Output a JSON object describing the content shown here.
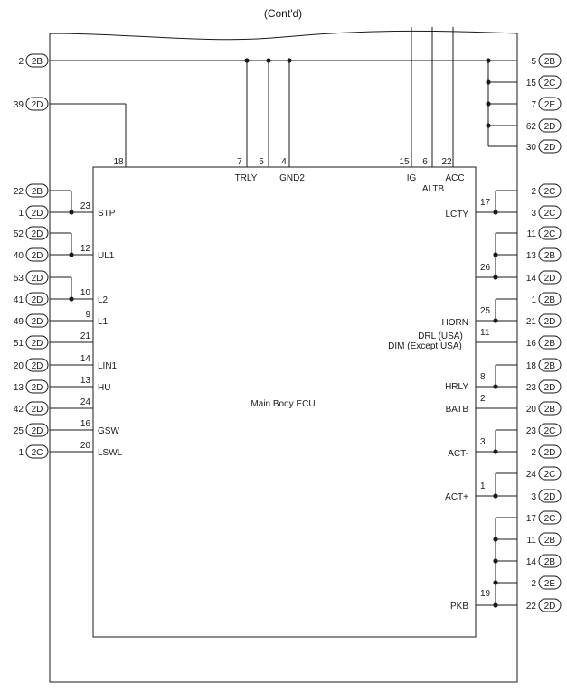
{
  "title": "(Cont'd)",
  "ecu_label": "Main Body ECU",
  "top_pins": [
    {
      "pin": "18",
      "label": ""
    },
    {
      "pin": "7",
      "label": "TRLY"
    },
    {
      "pin": "5",
      "label": ""
    },
    {
      "pin": "4",
      "label": "GND2"
    },
    {
      "pin": "15",
      "label": "IG"
    },
    {
      "pin": "6",
      "label": "ALTB"
    },
    {
      "pin": "22",
      "label": "ACC"
    }
  ],
  "left_pins": [
    {
      "pin": "23",
      "label": "STP"
    },
    {
      "pin": "12",
      "label": "UL1"
    },
    {
      "pin": "10",
      "label": "L2"
    },
    {
      "pin": "9",
      "label": "L1"
    },
    {
      "pin": "21",
      "label": ""
    },
    {
      "pin": "14",
      "label": "LIN1"
    },
    {
      "pin": "13",
      "label": "HU"
    },
    {
      "pin": "24",
      "label": ""
    },
    {
      "pin": "16",
      "label": "GSW"
    },
    {
      "pin": "20",
      "label": "LSWL"
    }
  ],
  "right_pins": [
    {
      "pin": "17",
      "label": "LCTY"
    },
    {
      "pin": "26",
      "label": ""
    },
    {
      "pin": "25",
      "label": "HORN"
    },
    {
      "pin": "11",
      "label": "DRL (USA)",
      "label2": "DIM (Except USA)"
    },
    {
      "pin": "8",
      "label": "HRLY"
    },
    {
      "pin": "2",
      "label": "BATB"
    },
    {
      "pin": "3",
      "label": "ACT-"
    },
    {
      "pin": "1",
      "label": "ACT+"
    },
    {
      "pin": "19",
      "label": "PKB"
    }
  ],
  "left_connectors": [
    {
      "num": "2",
      "code": "2B"
    },
    {
      "num": "39",
      "code": "2D"
    },
    {
      "num": "22",
      "code": "2B"
    },
    {
      "num": "1",
      "code": "2D"
    },
    {
      "num": "52",
      "code": "2D"
    },
    {
      "num": "40",
      "code": "2D"
    },
    {
      "num": "53",
      "code": "2D"
    },
    {
      "num": "41",
      "code": "2D"
    },
    {
      "num": "49",
      "code": "2D"
    },
    {
      "num": "51",
      "code": "2D"
    },
    {
      "num": "20",
      "code": "2D"
    },
    {
      "num": "13",
      "code": "2D"
    },
    {
      "num": "42",
      "code": "2D"
    },
    {
      "num": "25",
      "code": "2D"
    },
    {
      "num": "1",
      "code": "2C"
    }
  ],
  "right_connectors": [
    {
      "num": "5",
      "code": "2B"
    },
    {
      "num": "15",
      "code": "2C"
    },
    {
      "num": "7",
      "code": "2E"
    },
    {
      "num": "62",
      "code": "2D"
    },
    {
      "num": "30",
      "code": "2D"
    },
    {
      "num": "2",
      "code": "2C"
    },
    {
      "num": "3",
      "code": "2C"
    },
    {
      "num": "11",
      "code": "2C"
    },
    {
      "num": "13",
      "code": "2B"
    },
    {
      "num": "14",
      "code": "2D"
    },
    {
      "num": "1",
      "code": "2B"
    },
    {
      "num": "21",
      "code": "2D"
    },
    {
      "num": "16",
      "code": "2B"
    },
    {
      "num": "18",
      "code": "2B"
    },
    {
      "num": "23",
      "code": "2D"
    },
    {
      "num": "20",
      "code": "2B"
    },
    {
      "num": "23",
      "code": "2C"
    },
    {
      "num": "2",
      "code": "2D"
    },
    {
      "num": "24",
      "code": "2C"
    },
    {
      "num": "3",
      "code": "2D"
    },
    {
      "num": "17",
      "code": "2C"
    },
    {
      "num": "11",
      "code": "2B"
    },
    {
      "num": "14",
      "code": "2B"
    },
    {
      "num": "2",
      "code": "2E"
    },
    {
      "num": "22",
      "code": "2D"
    }
  ]
}
